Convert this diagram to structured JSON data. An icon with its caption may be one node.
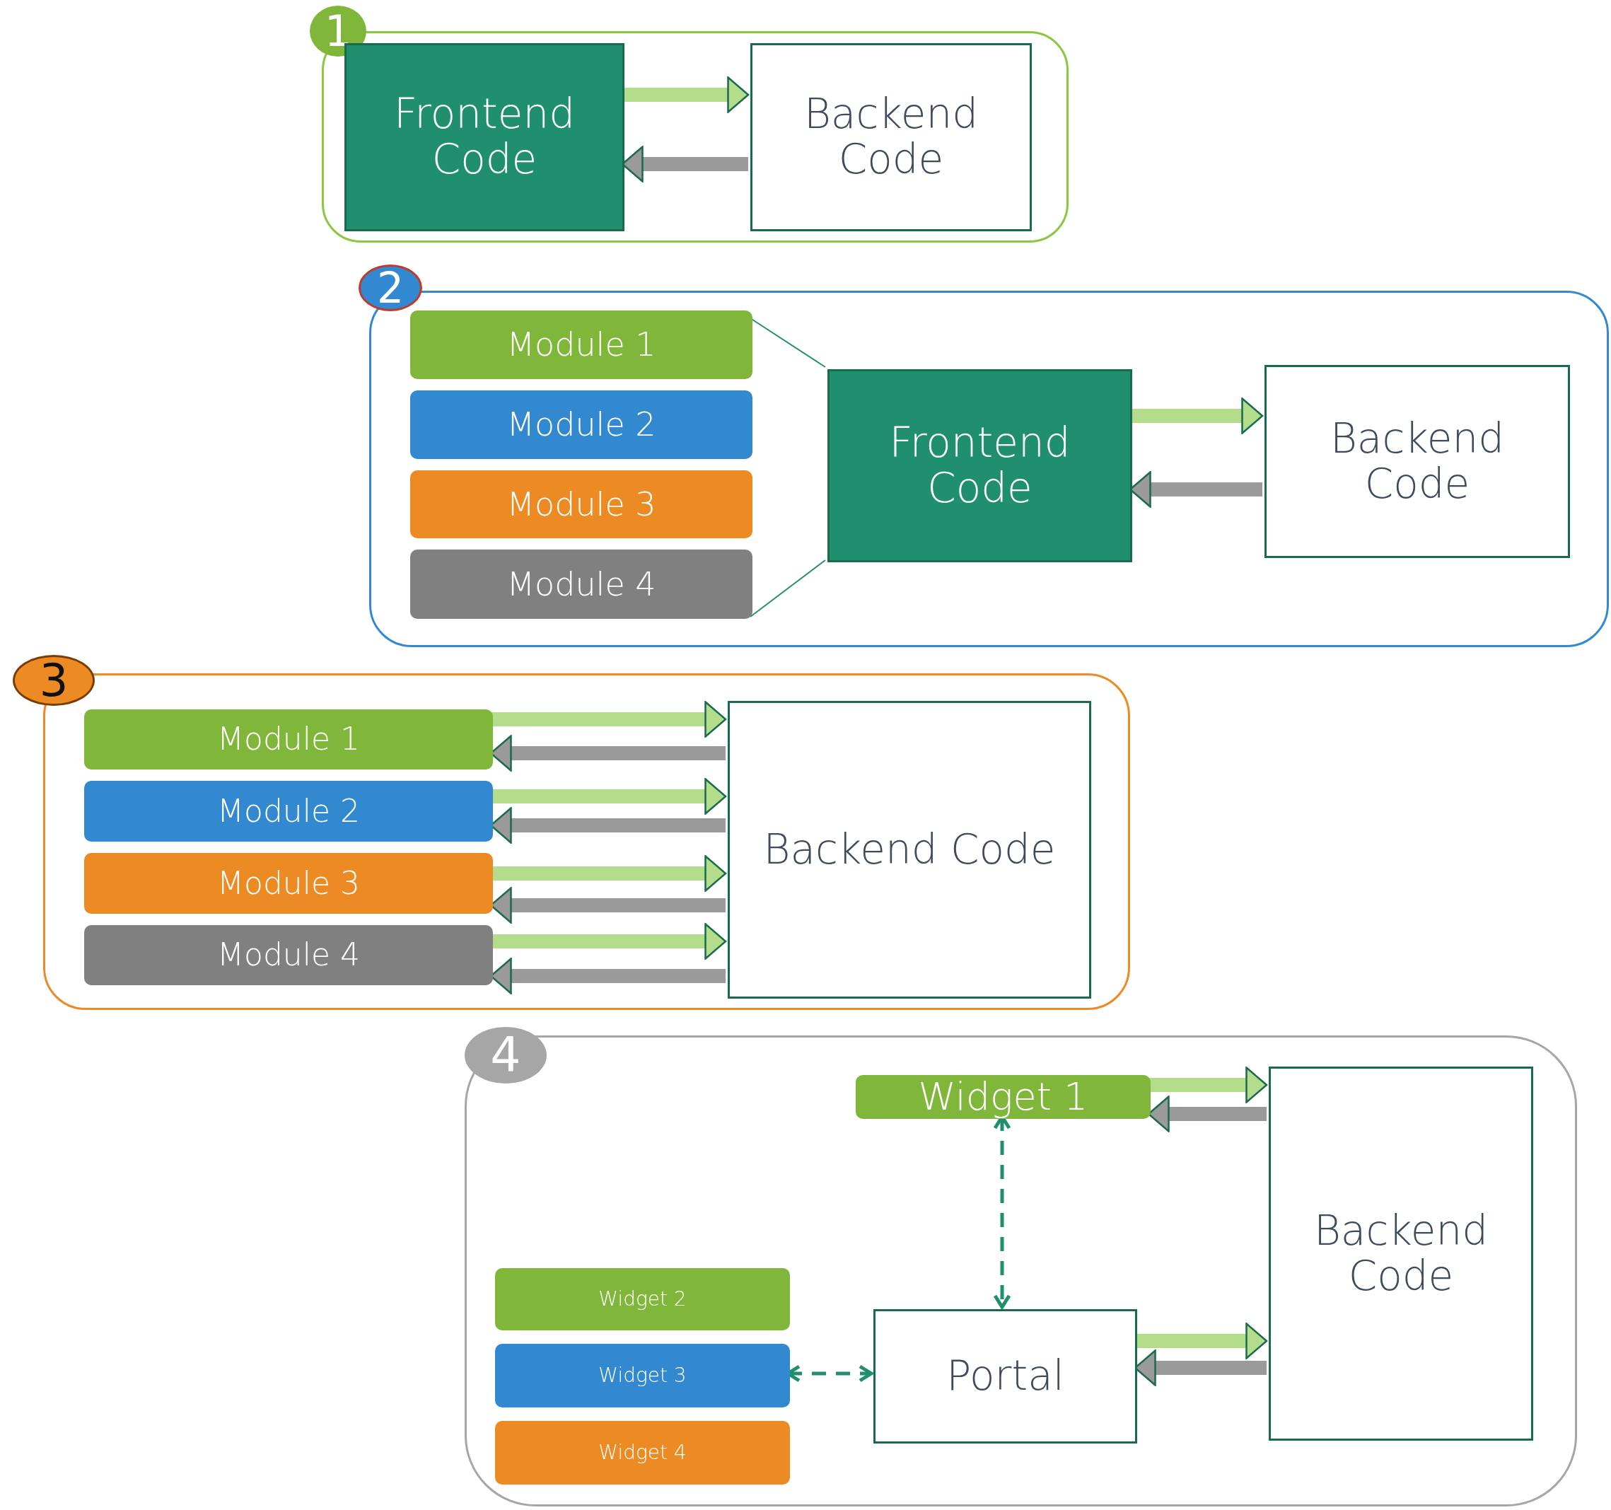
{
  "diagram": {
    "nodes": [
      {
        "text": [
          "1"
        ]
      },
      {
        "text": [
          "Frontend Code"
        ],
        "in": 0
      },
      {
        "text": [
          "Backend Code"
        ],
        "in": 0
      },
      {
        "text": [
          "2"
        ]
      },
      {
        "text": [
          "Module 1"
        ],
        "in": 3
      },
      {
        "text": [
          "Module 2"
        ],
        "in": 3
      },
      {
        "text": [
          "Module 3"
        ],
        "in": 3
      },
      {
        "text": [
          "Module 4"
        ],
        "in": 3
      },
      {
        "text": [
          "Frontend Code"
        ],
        "in": 3
      },
      {
        "text": [
          "Backend Code"
        ],
        "in": 3
      },
      {
        "text": [
          "3"
        ]
      },
      {
        "text": [
          "Module 1"
        ],
        "in": 10
      },
      {
        "text": [
          "Module 2"
        ],
        "in": 10
      },
      {
        "text": [
          "Module 3"
        ],
        "in": 10
      },
      {
        "text": [
          "Module 4"
        ],
        "in": 10
      },
      {
        "text": [
          "Backend Code"
        ],
        "in": 10
      },
      {
        "text": [
          "4"
        ]
      },
      {
        "text": [
          "Widget 1"
        ],
        "in": 16
      },
      {
        "text": [
          "Widget 2"
        ],
        "in": 16
      },
      {
        "text": [
          "Widget 3"
        ],
        "in": 16
      },
      {
        "text": [
          "Widget 4"
        ],
        "in": 16
      },
      {
        "text": [
          "Portal"
        ],
        "in": 16
      },
      {
        "text": [
          "Backend Code"
        ],
        "in": 16
      }
    ],
    "edges": [
      {
        "from": 1,
        "to": 2,
        "arrow": "to",
        "color": "#b3dd8a"
      },
      {
        "from": 2,
        "to": 1,
        "arrow": "to",
        "color": "#9a9a9a"
      },
      {
        "from": 8,
        "to": 9,
        "arrow": "to",
        "color": "#b3dd8a"
      },
      {
        "from": 9,
        "to": 8,
        "arrow": "to",
        "color": "#9a9a9a"
      },
      {
        "from": 4,
        "to": 8,
        "arrow": "none",
        "color": "#1f8f6e"
      },
      {
        "from": 7,
        "to": 8,
        "arrow": "none",
        "color": "#1f8f6e"
      },
      {
        "from": 11,
        "to": 15,
        "arrow": "to",
        "color": "#b3dd8a"
      },
      {
        "from": 15,
        "to": 11,
        "arrow": "to",
        "color": "#9a9a9a"
      },
      {
        "from": 12,
        "to": 15,
        "arrow": "to",
        "color": "#b3dd8a"
      },
      {
        "from": 15,
        "to": 12,
        "arrow": "to",
        "color": "#9a9a9a"
      },
      {
        "from": 13,
        "to": 15,
        "arrow": "to",
        "color": "#b3dd8a"
      },
      {
        "from": 15,
        "to": 13,
        "arrow": "to",
        "color": "#9a9a9a"
      },
      {
        "from": 14,
        "to": 15,
        "arrow": "to",
        "color": "#b3dd8a"
      },
      {
        "from": 15,
        "to": 14,
        "arrow": "to",
        "color": "#9a9a9a"
      },
      {
        "from": 17,
        "to": 22,
        "arrow": "to",
        "color": "#b3dd8a"
      },
      {
        "from": 22,
        "to": 17,
        "arrow": "to",
        "color": "#9a9a9a"
      },
      {
        "from": 21,
        "to": 22,
        "arrow": "to",
        "color": "#b3dd8a"
      },
      {
        "from": 22,
        "to": 21,
        "arrow": "to",
        "color": "#9a9a9a"
      },
      {
        "from": 17,
        "to": 21,
        "arrow": "both",
        "style": "dashed",
        "color": "#1f8f6e"
      },
      {
        "from": 19,
        "to": 21,
        "arrow": "both",
        "style": "dashed",
        "color": "#1f8f6e"
      }
    ]
  }
}
